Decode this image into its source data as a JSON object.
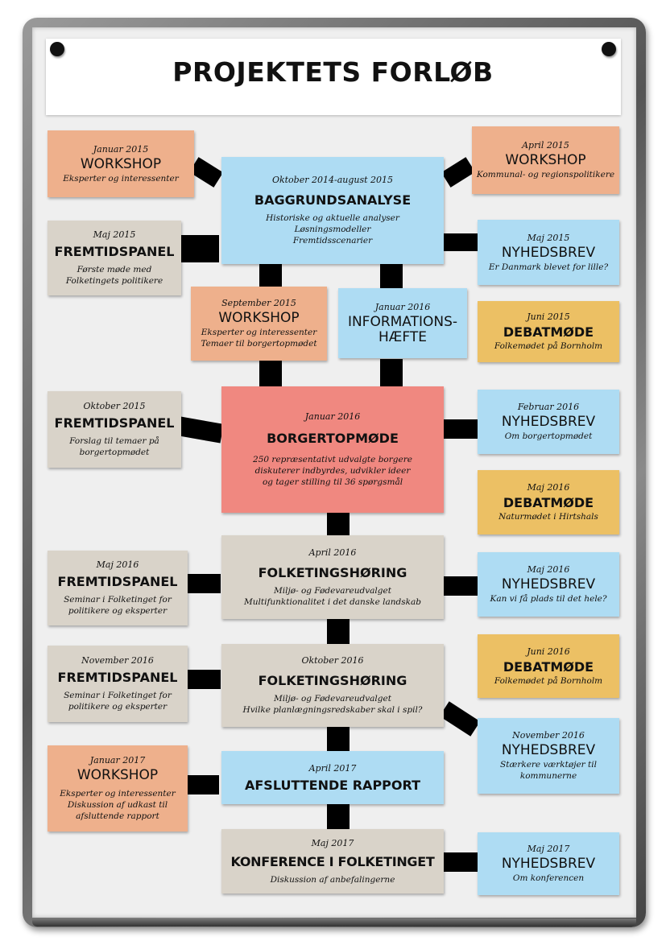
{
  "title": "PROJEKTETS FORLØB",
  "colors": {
    "workshop": "#eeb08c",
    "fremtidspanel": "#d9d3c9",
    "nyhedsbrev": "#aedcf3",
    "debatmode": "#ecc064",
    "borgertopmode": "#f08880"
  },
  "cards": {
    "workshop_jan2015": {
      "date": "Januar 2015",
      "heading": "WORKSHOP",
      "desc": "Eksperter og interessenter"
    },
    "workshop_apr2015": {
      "date": "April 2015",
      "heading": "WORKSHOP",
      "desc": "Kommunal- og regionspolitikere"
    },
    "baggrundsanalyse": {
      "date": "Oktober 2014-august 2015",
      "heading": "BAGGRUNDSANALYSE",
      "desc": [
        "Historiske og aktuelle analyser",
        "Løsningsmodeller",
        "Fremtidsscenarier"
      ]
    },
    "fremtidspanel_maj2015": {
      "date": "Maj 2015",
      "heading": "FREMTIDSPANEL",
      "desc": [
        "Første møde med",
        "Folketingets politikere"
      ]
    },
    "nyhedsbrev_maj2015": {
      "date": "Maj 2015",
      "heading": "NYHEDSBREV",
      "desc": "Er Danmark blevet for lille?"
    },
    "workshop_sep2015": {
      "date": "September 2015",
      "heading": "WORKSHOP",
      "desc": [
        "Eksperter og interessenter",
        "Temaer til borgertopmødet"
      ]
    },
    "informationshaefte": {
      "date": "Januar 2016",
      "heading": [
        "INFORMATIONS-",
        "HÆFTE"
      ]
    },
    "debatmode_jun2015": {
      "date": "Juni 2015",
      "heading": "DEBATMØDE",
      "desc": "Folkemødet på Bornholm"
    },
    "fremtidspanel_okt2015": {
      "date": "Oktober 2015",
      "heading": "FREMTIDSPANEL",
      "desc": [
        "Forslag til temaer på",
        "borgertopmødet"
      ]
    },
    "borgertopmode": {
      "date": "Januar 2016",
      "heading": "BORGERTOPMØDE",
      "desc": [
        "250 repræsentativt udvalgte borgere",
        "diskuterer indbyrdes, udvikler ideer",
        "og tager stilling til 36 spørgsmål"
      ]
    },
    "nyhedsbrev_feb2016": {
      "date": "Februar 2016",
      "heading": "NYHEDSBREV",
      "desc": "Om borgertopmødet"
    },
    "debatmode_maj2016": {
      "date": "Maj 2016",
      "heading": "DEBATMØDE",
      "desc": "Naturmødet i Hirtshals"
    },
    "fremtidspanel_maj2016": {
      "date": "Maj 2016",
      "heading": "FREMTIDSPANEL",
      "desc": [
        "Seminar i Folketinget for",
        "politikere og eksperter"
      ]
    },
    "folketingshoring_apr2016": {
      "date": "April 2016",
      "heading": "FOLKETINGSHØRING",
      "desc": [
        "Miljø- og Fødevareudvalget",
        "Multifunktionalitet i det danske landskab"
      ]
    },
    "nyhedsbrev_maj2016": {
      "date": "Maj 2016",
      "heading": "NYHEDSBREV",
      "desc": "Kan vi få plads til det hele?"
    },
    "debatmode_jun2016": {
      "date": "Juni 2016",
      "heading": "DEBATMØDE",
      "desc": "Folkemødet på Bornholm"
    },
    "fremtidspanel_nov2016": {
      "date": "November 2016",
      "heading": "FREMTIDSPANEL",
      "desc": [
        "Seminar i Folketinget for",
        "politikere og eksperter"
      ]
    },
    "folketingshoring_okt2016": {
      "date": "Oktober 2016",
      "heading": "FOLKETINGSHØRING",
      "desc": [
        "Miljø- og Fødevareudvalget",
        "Hvilke planlægningsredskaber skal i spil?"
      ]
    },
    "nyhedsbrev_nov2016": {
      "date": "November 2016",
      "heading": "NYHEDSBREV",
      "desc": [
        "Stærkere værktøjer til",
        "kommunerne"
      ]
    },
    "workshop_jan2017": {
      "date": "Januar 2017",
      "heading": "WORKSHOP",
      "desc": [
        "Eksperter og interessenter",
        "Diskussion af udkast til",
        "afsluttende rapport"
      ]
    },
    "afsluttende_rapport": {
      "date": "April 2017",
      "heading": "AFSLUTTENDE RAPPORT"
    },
    "konference": {
      "date": "Maj 2017",
      "heading": "KONFERENCE I FOLKETINGET",
      "desc": "Diskussion af anbefalingerne"
    },
    "nyhedsbrev_maj2017": {
      "date": "Maj 2017",
      "heading": "NYHEDSBREV",
      "desc": "Om konferencen"
    }
  }
}
